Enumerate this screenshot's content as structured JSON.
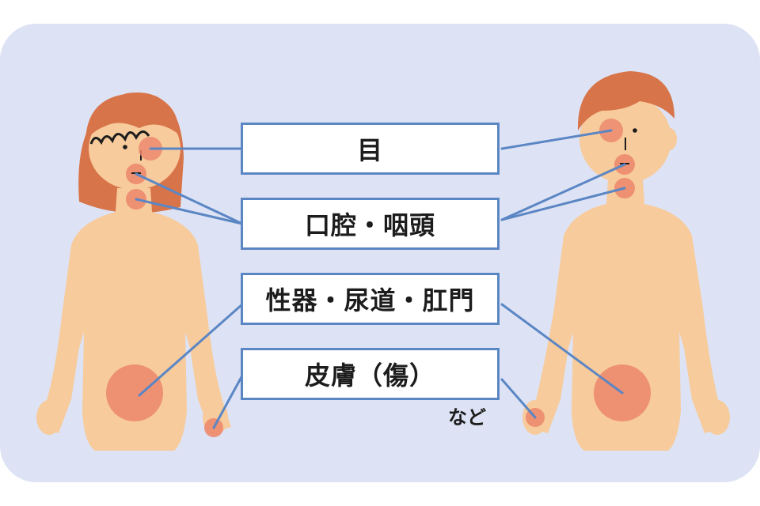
{
  "labels": {
    "eye": "目",
    "oral_pharynx": "口腔・咽頭",
    "genital_urethra_anus": "性器・尿道・肛門",
    "skin_wound": "皮膚（傷）"
  },
  "note": "など",
  "colors": {
    "background": "#dde3f4",
    "skin": "#f7cb9b",
    "hair": "#d8744a",
    "spot": "#ec8a6e",
    "connector": "#5b86c4"
  }
}
